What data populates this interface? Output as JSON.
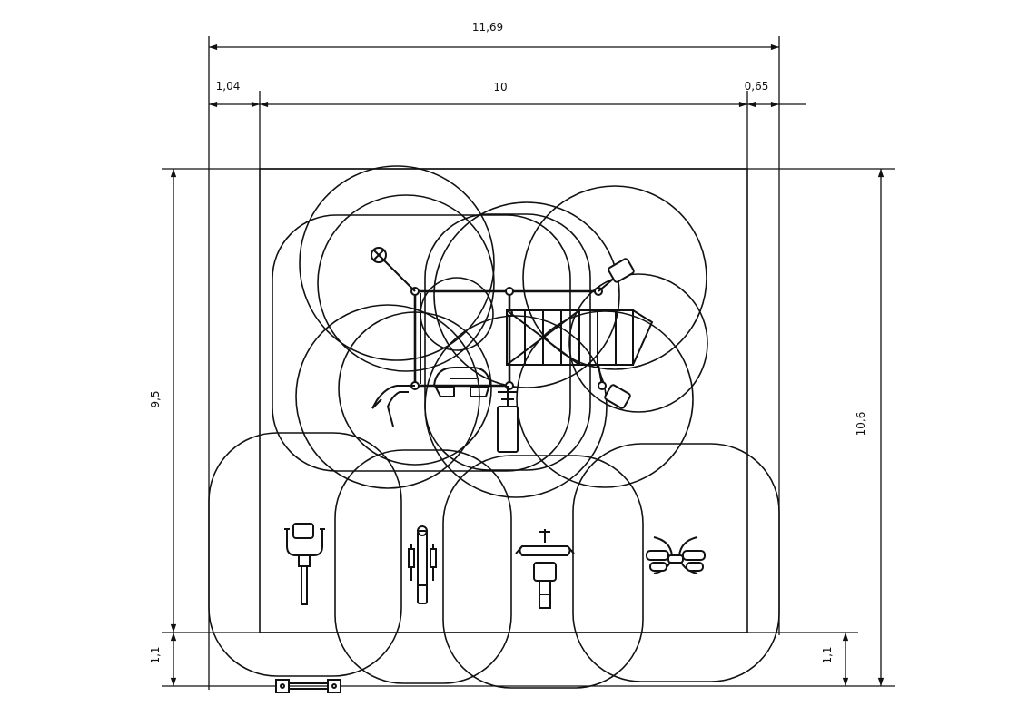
{
  "dimensions": {
    "total_width": "11,69",
    "left_offset": "1,04",
    "area_width": "10",
    "right_offset": "0,65",
    "area_height": "9,5",
    "bottom_offset_left": "1,1",
    "bottom_offset_right": "1,1",
    "total_height": "10,6"
  }
}
